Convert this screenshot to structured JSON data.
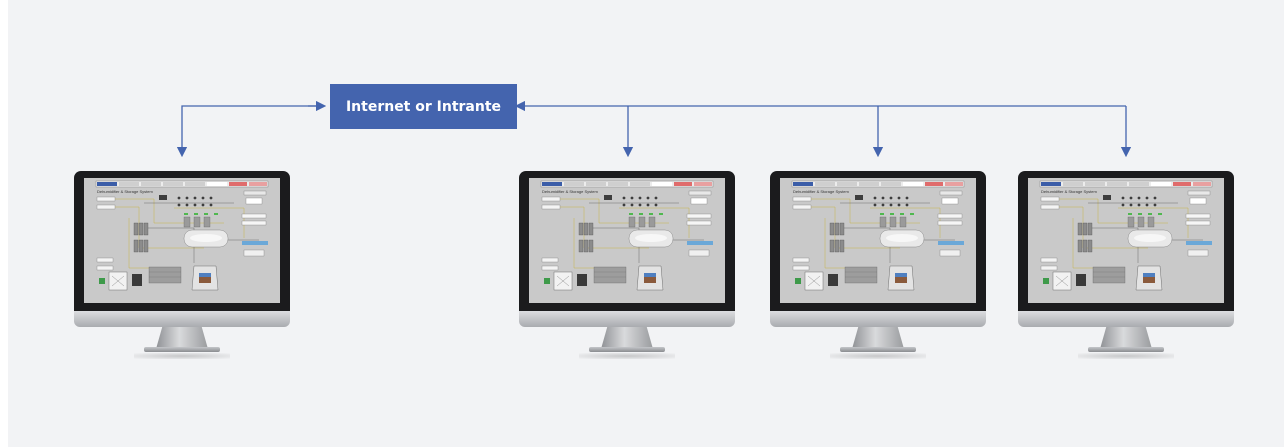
{
  "network": {
    "label": "Internet or Intrante"
  },
  "monitors": [
    {
      "name": "monitor-1",
      "screen_title": "Dehumidifier & Storage System"
    },
    {
      "name": "monitor-2",
      "screen_title": "Dehumidifier & Storage System"
    },
    {
      "name": "monitor-3",
      "screen_title": "Dehumidifier & Storage System"
    },
    {
      "name": "monitor-4",
      "screen_title": "Dehumidifier & Storage System"
    }
  ],
  "colors": {
    "connector": "#4464ae",
    "network_box": "#4464ae",
    "background": "#f2f3f5",
    "screen_background": "#c9c9c9"
  }
}
